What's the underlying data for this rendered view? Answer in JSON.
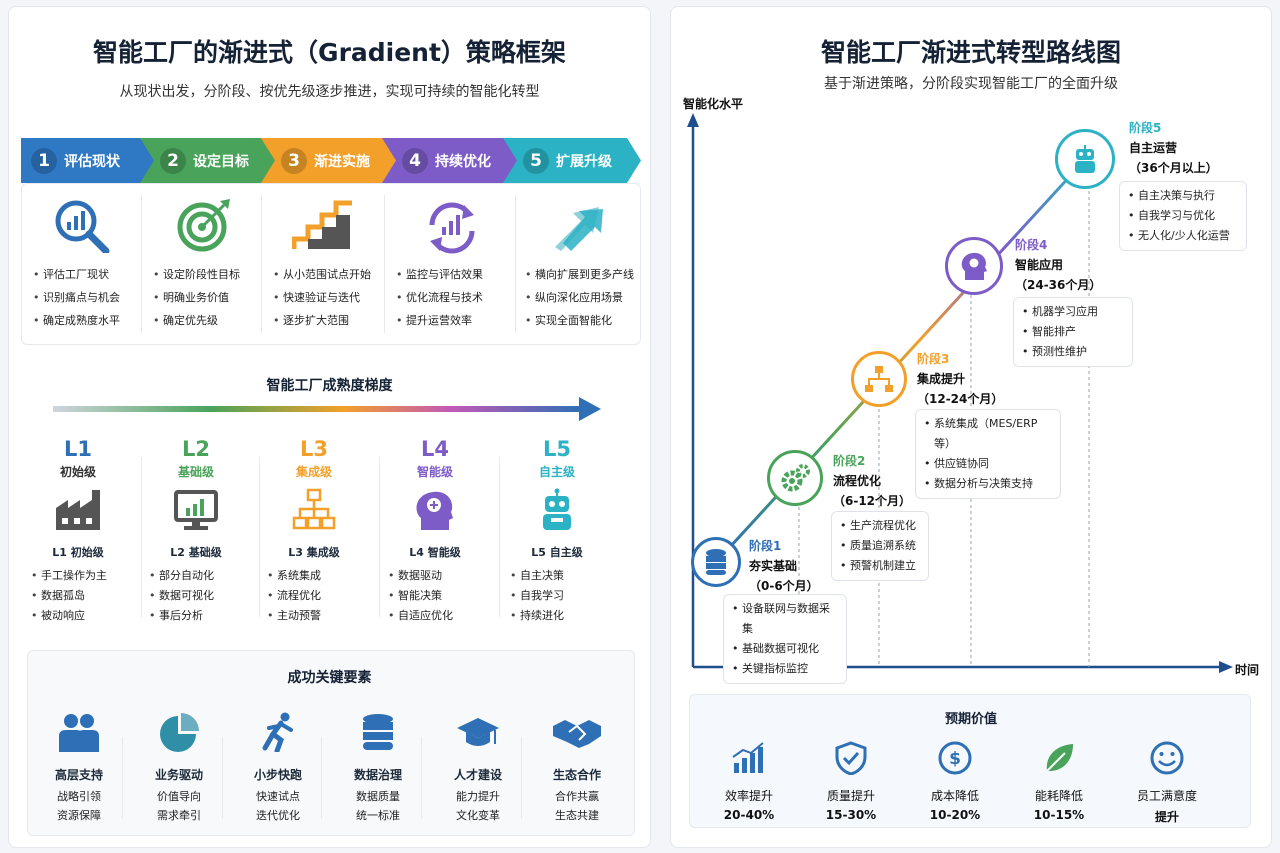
{
  "left": {
    "title": "智能工厂的渐进式（Gradient）策略框架",
    "subtitle": "从现状出发，分阶段、按优先级逐步推进，实现可持续的智能化转型",
    "stages": [
      {
        "num": "1",
        "label": "评估现状",
        "color": "#2f78c4",
        "items": [
          "评估工厂现状",
          "识别痛点与机会",
          "确定成熟度水平"
        ]
      },
      {
        "num": "2",
        "label": "设定目标",
        "color": "#4aa35a",
        "items": [
          "设定阶段性目标",
          "明确业务价值",
          "确定优先级"
        ]
      },
      {
        "num": "3",
        "label": "渐进实施",
        "color": "#f2a02a",
        "items": [
          "从小范围试点开始",
          "快速验证与迭代",
          "逐步扩大范围"
        ]
      },
      {
        "num": "4",
        "label": "持续优化",
        "color": "#7d5cc7",
        "items": [
          "监控与评估效果",
          "优化流程与技术",
          "提升运营效率"
        ]
      },
      {
        "num": "5",
        "label": "扩展升级",
        "color": "#2bb2c4",
        "items": [
          "横向扩展到更多产线",
          "纵向深化应用场景",
          "实现全面智能化"
        ]
      }
    ],
    "maturity": {
      "title": "智能工厂成熟度梯度",
      "levels": [
        {
          "code": "L1",
          "cn": "初始级",
          "name": "L1 初始级",
          "color": "#2f6fb5",
          "items": [
            "手工操作为主",
            "数据孤岛",
            "被动响应"
          ]
        },
        {
          "code": "L2",
          "cn": "基础级",
          "name": "L2 基础级",
          "color": "#4aa35a",
          "items": [
            "部分自动化",
            "数据可视化",
            "事后分析"
          ]
        },
        {
          "code": "L3",
          "cn": "集成级",
          "name": "L3 集成级",
          "color": "#f2a02a",
          "items": [
            "系统集成",
            "流程优化",
            "主动预警"
          ]
        },
        {
          "code": "L4",
          "cn": "智能级",
          "name": "L4 智能级",
          "color": "#7d5cc7",
          "items": [
            "数据驱动",
            "智能决策",
            "自适应优化"
          ]
        },
        {
          "code": "L5",
          "cn": "自主级",
          "name": "L5 自主级",
          "color": "#2bb2c4",
          "items": [
            "自主决策",
            "自我学习",
            "持续进化"
          ]
        }
      ]
    },
    "factors": {
      "title": "成功关键要素",
      "items": [
        {
          "head": "高层支持",
          "l1": "战略引领",
          "l2": "资源保障"
        },
        {
          "head": "业务驱动",
          "l1": "价值导向",
          "l2": "需求牵引"
        },
        {
          "head": "小步快跑",
          "l1": "快速试点",
          "l2": "迭代优化"
        },
        {
          "head": "数据治理",
          "l1": "数据质量",
          "l2": "统一标准"
        },
        {
          "head": "人才建设",
          "l1": "能力提升",
          "l2": "文化变革"
        },
        {
          "head": "生态合作",
          "l1": "合作共赢",
          "l2": "生态共建"
        }
      ]
    }
  },
  "right": {
    "title": "智能工厂渐进式转型路线图",
    "subtitle": "基于渐进策略，分阶段实现智能工厂的全面升级",
    "y_label": "智能化水平",
    "x_label": "时间",
    "phases": [
      {
        "stage": "阶段1",
        "name": "夯实基础",
        "period": "（0-6个月）",
        "color": "#2f6fb5",
        "items": [
          "设备联网与数据采集",
          "基础数据可视化",
          "关键指标监控"
        ]
      },
      {
        "stage": "阶段2",
        "name": "流程优化",
        "period": "（6-12个月）",
        "color": "#4aa35a",
        "items": [
          "生产流程优化",
          "质量追溯系统",
          "预警机制建立"
        ]
      },
      {
        "stage": "阶段3",
        "name": "集成提升",
        "period": "（12-24个月）",
        "color": "#f2a02a",
        "items": [
          "系统集成（MES/ERP等）",
          "供应链协同",
          "数据分析与决策支持"
        ]
      },
      {
        "stage": "阶段4",
        "name": "智能应用",
        "period": "（24-36个月）",
        "color": "#7d5cc7",
        "items": [
          "机器学习应用",
          "智能排产",
          "预测性维护"
        ]
      },
      {
        "stage": "阶段5",
        "name": "自主运营",
        "period": "（36个月以上）",
        "color": "#2bb2c4",
        "items": [
          "自主决策与执行",
          "自我学习与优化",
          "无人化/少人化运营"
        ]
      }
    ],
    "value": {
      "title": "预期价值",
      "items": [
        {
          "head": "效率提升",
          "val": "20-40%"
        },
        {
          "head": "质量提升",
          "val": "15-30%"
        },
        {
          "head": "成本降低",
          "val": "10-20%"
        },
        {
          "head": "能耗降低",
          "val": "10-15%"
        },
        {
          "head": "员工满意度",
          "val": "提升"
        }
      ]
    }
  }
}
